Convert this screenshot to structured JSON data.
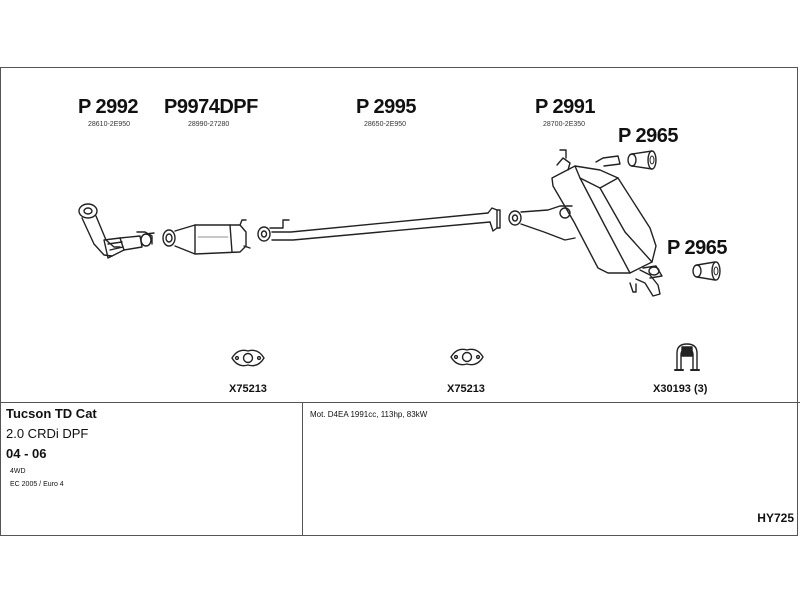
{
  "parts": {
    "p2992": {
      "number": "P 2992",
      "oem": "28610-2E950"
    },
    "p9974dpf": {
      "number": "P9974DPF",
      "oem": "28990-27280"
    },
    "p2995": {
      "number": "P 2995",
      "oem": "28650-2E950"
    },
    "p2991": {
      "number": "P 2991",
      "oem": "28700-2E350"
    },
    "p2965_top": {
      "number": "P 2965"
    },
    "p2965_bottom": {
      "number": "P 2965"
    }
  },
  "accessories": {
    "gasket_1": "X75213",
    "gasket_2": "X75213",
    "clamp": "X30193 (3)"
  },
  "vehicle": {
    "model": "Tucson TD Cat",
    "engine": "2.0 CRDi DPF",
    "years": "04 - 06",
    "drive": "4WD",
    "norm": "EC 2005 / Euro 4"
  },
  "motor_spec": "Mot. D4EA 1991cc, 113hp, 83kW",
  "kit_code": "HY725"
}
